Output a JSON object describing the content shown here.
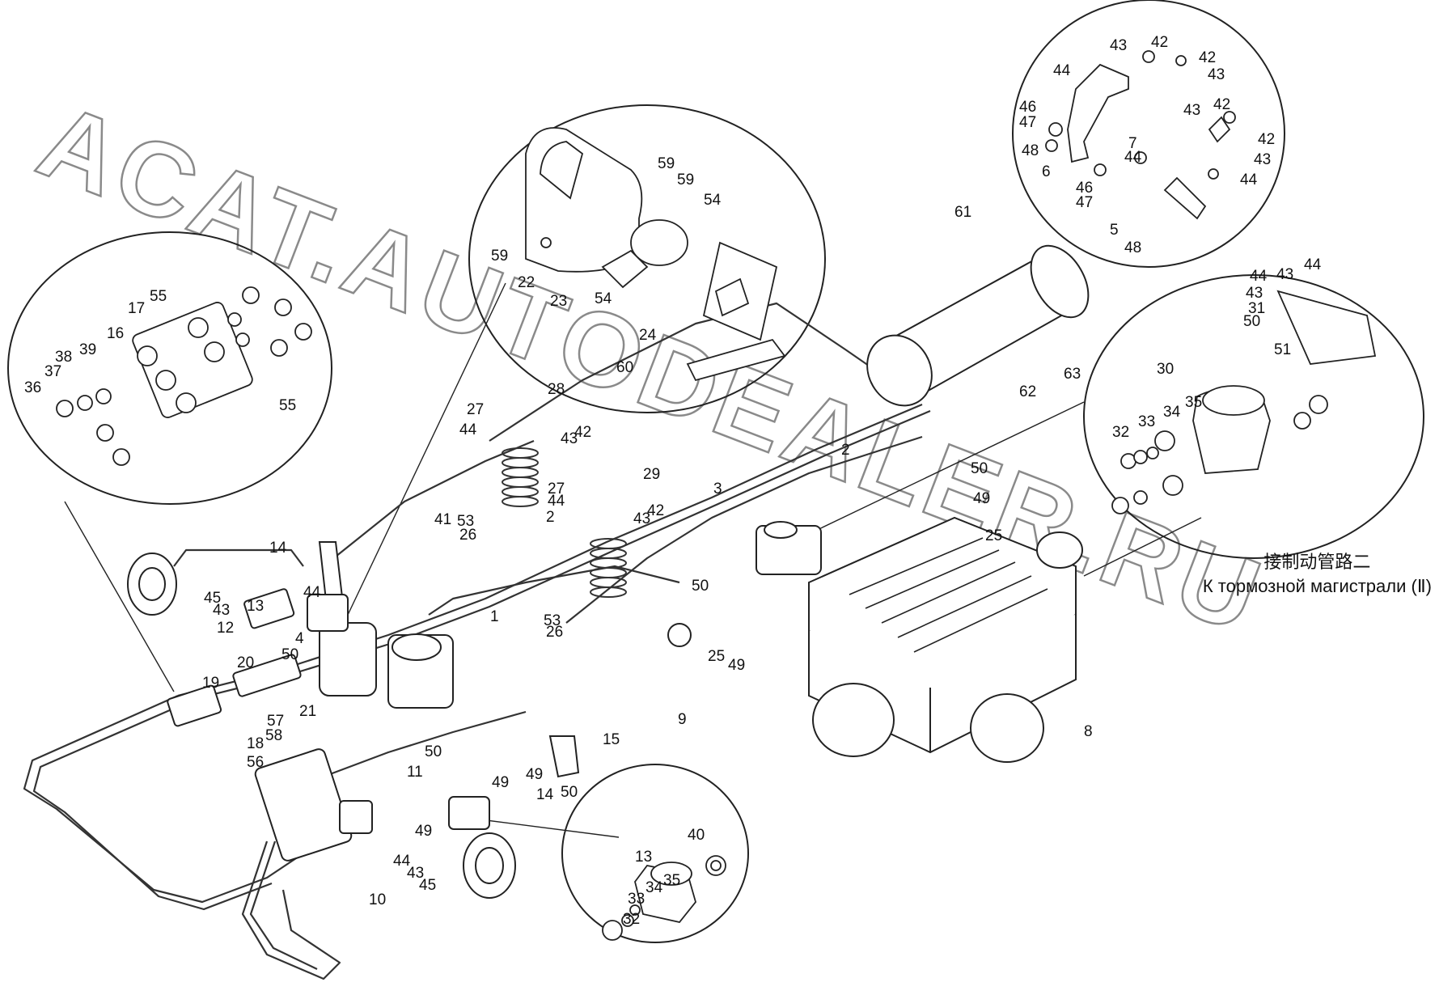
{
  "watermark": "ACAT.AUTODEALER.RU",
  "note": {
    "line_cn": "接制动管路二",
    "line_ru": "К тормозной магистрали (Ⅱ)"
  },
  "callouts": {
    "c1": "1",
    "c2": "2",
    "c3": "3",
    "c4": "4",
    "c5": "5",
    "c6": "6",
    "c7": "7",
    "c8": "8",
    "c9": "9",
    "c10": "10",
    "c11": "11",
    "c12": "12",
    "c13": "13",
    "c14": "14",
    "c15": "15",
    "c16": "16",
    "c17": "17",
    "c18": "18",
    "c19": "19",
    "c20": "20",
    "c21": "21",
    "c22": "22",
    "c23": "23",
    "c24": "24",
    "c25": "25",
    "c26": "26",
    "c27": "27",
    "c28": "28",
    "c29": "29",
    "c30": "30",
    "c31": "31",
    "c32": "32",
    "c33": "33",
    "c34": "34",
    "c35": "35",
    "c36": "36",
    "c37": "37",
    "c38": "38",
    "c39": "39",
    "c40": "40",
    "c41": "41",
    "c42": "42",
    "c43": "43",
    "c44": "44",
    "c45": "45",
    "c46": "46",
    "c47": "47",
    "c48": "48",
    "c49": "49",
    "c50": "50",
    "c51": "51",
    "c53": "53",
    "c54": "54",
    "c55": "55",
    "c56": "56",
    "c57": "57",
    "c58": "58",
    "c59": "59",
    "c60": "60",
    "c61": "61",
    "c62": "62",
    "c63": "63"
  }
}
